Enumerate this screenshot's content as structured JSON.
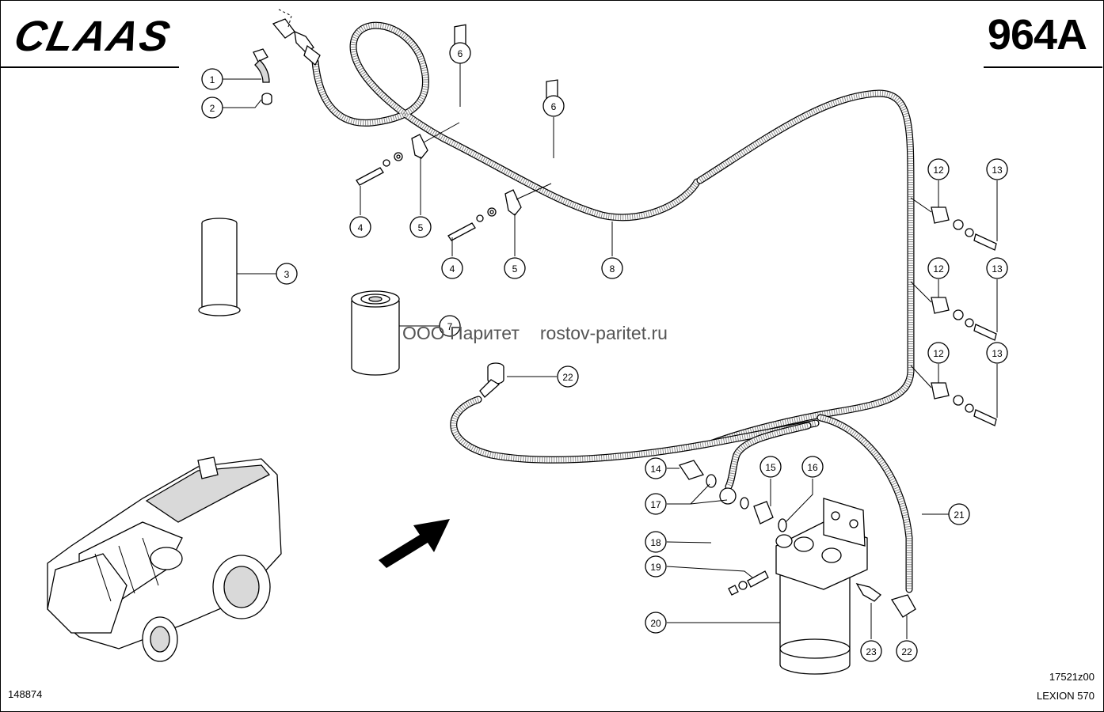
{
  "header": {
    "brand": "CLAAS",
    "doc_number": "964A"
  },
  "watermark": {
    "company": "ООО Паритет",
    "site": "rostov-paritet.ru"
  },
  "footer": {
    "image_id": "148874",
    "drawing_id": "17521z00",
    "model": "LEXION 570"
  },
  "callouts": [
    {
      "label": "1"
    },
    {
      "label": "2"
    },
    {
      "label": "3"
    },
    {
      "label": "4"
    },
    {
      "label": "4"
    },
    {
      "label": "5"
    },
    {
      "label": "5"
    },
    {
      "label": "6"
    },
    {
      "label": "6"
    },
    {
      "label": "7"
    },
    {
      "label": "8"
    },
    {
      "label": "12"
    },
    {
      "label": "12"
    },
    {
      "label": "12"
    },
    {
      "label": "13"
    },
    {
      "label": "13"
    },
    {
      "label": "13"
    },
    {
      "label": "14"
    },
    {
      "label": "15"
    },
    {
      "label": "16"
    },
    {
      "label": "17"
    },
    {
      "label": "18"
    },
    {
      "label": "19"
    },
    {
      "label": "20"
    },
    {
      "label": "21"
    },
    {
      "label": "22"
    },
    {
      "label": "22"
    },
    {
      "label": "23"
    }
  ]
}
